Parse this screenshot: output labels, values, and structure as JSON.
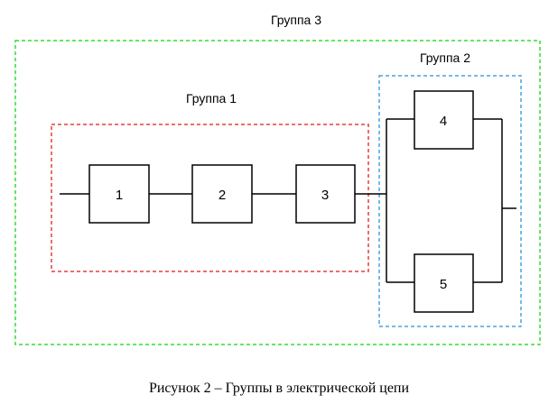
{
  "colors": {
    "group1_border": "#e0403a",
    "group2_border": "#4aa3df",
    "group3_border": "#33dd33",
    "wire": "#000000"
  },
  "groups": {
    "group1": "Группа 1",
    "group2": "Группа 2",
    "group3": "Группа 3"
  },
  "blocks": {
    "b1": "1",
    "b2": "2",
    "b3": "3",
    "b4": "4",
    "b5": "5"
  },
  "caption": "Рисунок 2 – Группы в электрической цепи"
}
